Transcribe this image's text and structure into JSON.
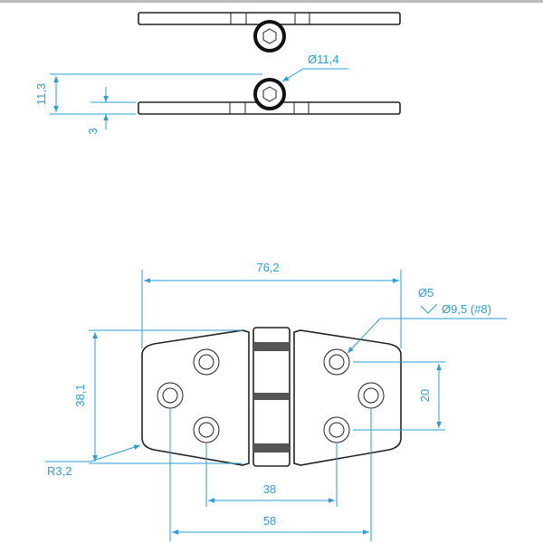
{
  "drawing": {
    "dimensions": {
      "pin_diameter": "Ø11,4",
      "knuckle_height": "11,3",
      "plate_thickness": "3",
      "overall_width": "76,2",
      "hole_diameter": "Ø5",
      "countersink": "Ø9,5 (#8)",
      "overall_height": "38,1",
      "corner_radius": "R3,2",
      "hole_spacing_vertical": "20",
      "hole_spacing_inner": "38",
      "hole_spacing_outer": "58"
    },
    "colors": {
      "dimension": "#2a9fd6",
      "outline": "#222222"
    }
  }
}
